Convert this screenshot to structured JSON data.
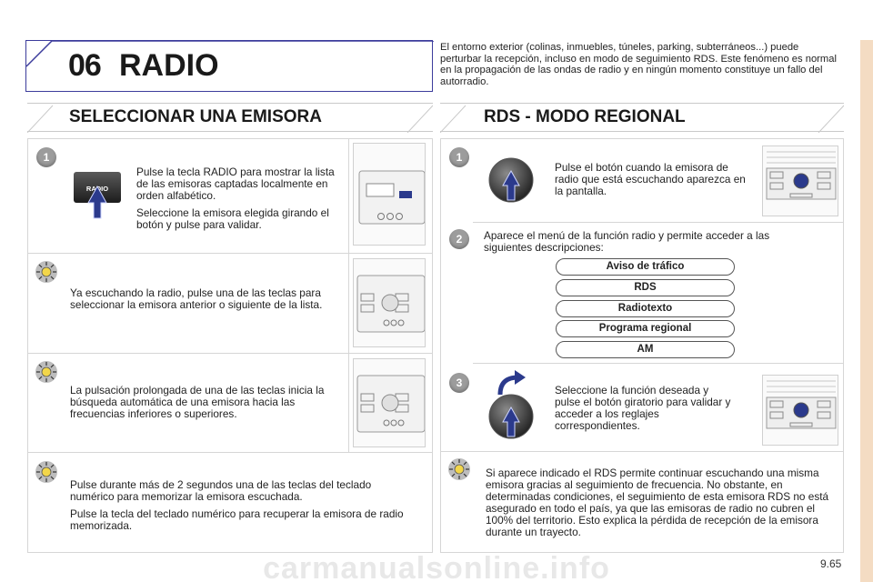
{
  "header": {
    "chapter_number": "06",
    "chapter_title": "RADIO",
    "note": "El entorno exterior (colinas, inmuebles, túneles, parking, subterráneos...) puede perturbar la recepción, incluso en modo de seguimiento RDS. Este fenómeno es normal en la propagación de las ondas de radio y en ningún momento constituye un fallo del autorradio."
  },
  "left": {
    "title": "SELECCIONAR UNA EMISORA",
    "step1": {
      "badge": "1",
      "key_label": "RADIO",
      "text1": "Pulse la tecla RADIO para mostrar la lista de las emisoras captadas localmente en orden alfabético.",
      "text2": "Seleccione la emisora elegida girando el botón y pulse para validar."
    },
    "tip1": "Ya escuchando la radio, pulse una de las teclas para seleccionar la emisora anterior o siguiente de la lista.",
    "tip2": "La pulsación prolongada de una de las teclas inicia la búsqueda automática de una emisora hacia las frecuencias inferiores o superiores.",
    "tip3": {
      "text1": "Pulse durante más de 2 segundos una de las teclas del teclado numérico para memorizar la emisora escuchada.",
      "text2": "Pulse la tecla del teclado numérico para recuperar la emisora de radio memorizada."
    }
  },
  "right": {
    "title": "RDS - MODO REGIONAL",
    "step1": {
      "badge": "1",
      "text": "Pulse el botón cuando la emisora de radio que está escuchando aparezca en la pantalla."
    },
    "step2": {
      "badge": "2",
      "text": "Aparece el menú de la función radio y permite acceder a las siguientes descripciones:",
      "menu": [
        "Aviso de tráfico",
        "RDS",
        "Radiotexto",
        "Programa regional",
        "AM"
      ]
    },
    "step3": {
      "badge": "3",
      "text": "Seleccione la función deseada y pulse el botón giratorio para validar y acceder a los reglajes correspondientes."
    },
    "tip": "Si aparece indicado el RDS permite continuar escuchando una misma emisora gracias al seguimiento de frecuencia. No obstante, en determinadas condiciones, el seguimiento de esta emisora RDS no está asegurado en todo el país, ya que las emisoras de radio no cubren el 100% del territorio. Esto explica la pérdida de recepción de la emisora durante un trayecto."
  },
  "footer": {
    "page_number": "9.65",
    "watermark": "carmanualsonline.info"
  },
  "colors": {
    "accent_blue": "#2b3a8c",
    "tab_border": "#3c3c9c",
    "side_bar": "#f4dcc3",
    "badge_grey": "#9c9c9c",
    "tip_yellow": "#f2d64a"
  }
}
